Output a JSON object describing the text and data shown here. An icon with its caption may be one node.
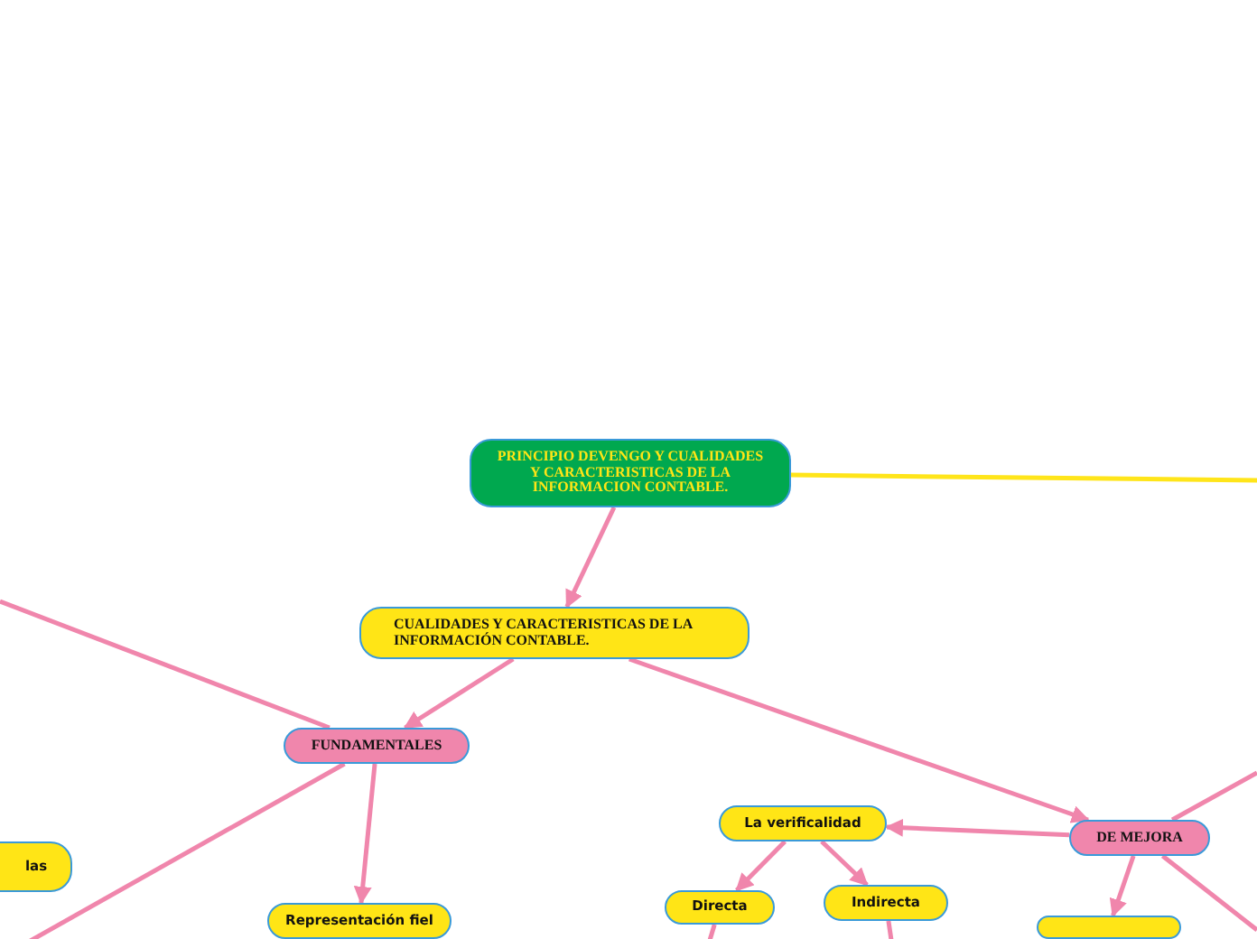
{
  "diagram": {
    "nodes": [
      {
        "text": [
          "PRINCIPIO DEVENGO Y CUALIDADES Y CARACTERISTICAS DE LA INFORMACION CONTABLE."
        ]
      },
      {
        "text": [
          "CUALIDADES Y CARACTERISTICAS DE LA INFORMACIÓN CONTABLE."
        ]
      },
      {
        "text": [
          "FUNDAMENTALES"
        ]
      },
      {
        "text": [
          "las"
        ]
      },
      {
        "text": [
          "Representación fiel"
        ]
      },
      {
        "text": [
          "DE MEJORA"
        ]
      },
      {
        "text": [
          "La verificalidad"
        ]
      },
      {
        "text": [
          "Directa"
        ]
      },
      {
        "text": [
          "Indirecta"
        ]
      },
      {
        "text": [],
        "shape": "box"
      }
    ],
    "edges": [
      {
        "from": 0,
        "to": 1,
        "arrow": "to"
      },
      {
        "from": 0,
        "to": null,
        "arrow": "none",
        "color": "#ffe51a"
      },
      {
        "from": 1,
        "to": 2,
        "arrow": "to"
      },
      {
        "from": 1,
        "to": 5,
        "arrow": "to"
      },
      {
        "from": 2,
        "to": null,
        "arrow": "none"
      },
      {
        "from": 2,
        "to": null,
        "arrow": "none"
      },
      {
        "from": 2,
        "to": 4,
        "arrow": "to"
      },
      {
        "from": 5,
        "to": 6,
        "arrow": "to"
      },
      {
        "from": 5,
        "to": 9,
        "arrow": "to"
      },
      {
        "from": 5,
        "to": null,
        "arrow": "none"
      },
      {
        "from": 5,
        "to": null,
        "arrow": "none"
      },
      {
        "from": 6,
        "to": 7,
        "arrow": "to"
      },
      {
        "from": 6,
        "to": 8,
        "arrow": "to"
      },
      {
        "from": 7,
        "to": null,
        "arrow": "none"
      },
      {
        "from": 8,
        "to": null,
        "arrow": "none"
      }
    ]
  }
}
